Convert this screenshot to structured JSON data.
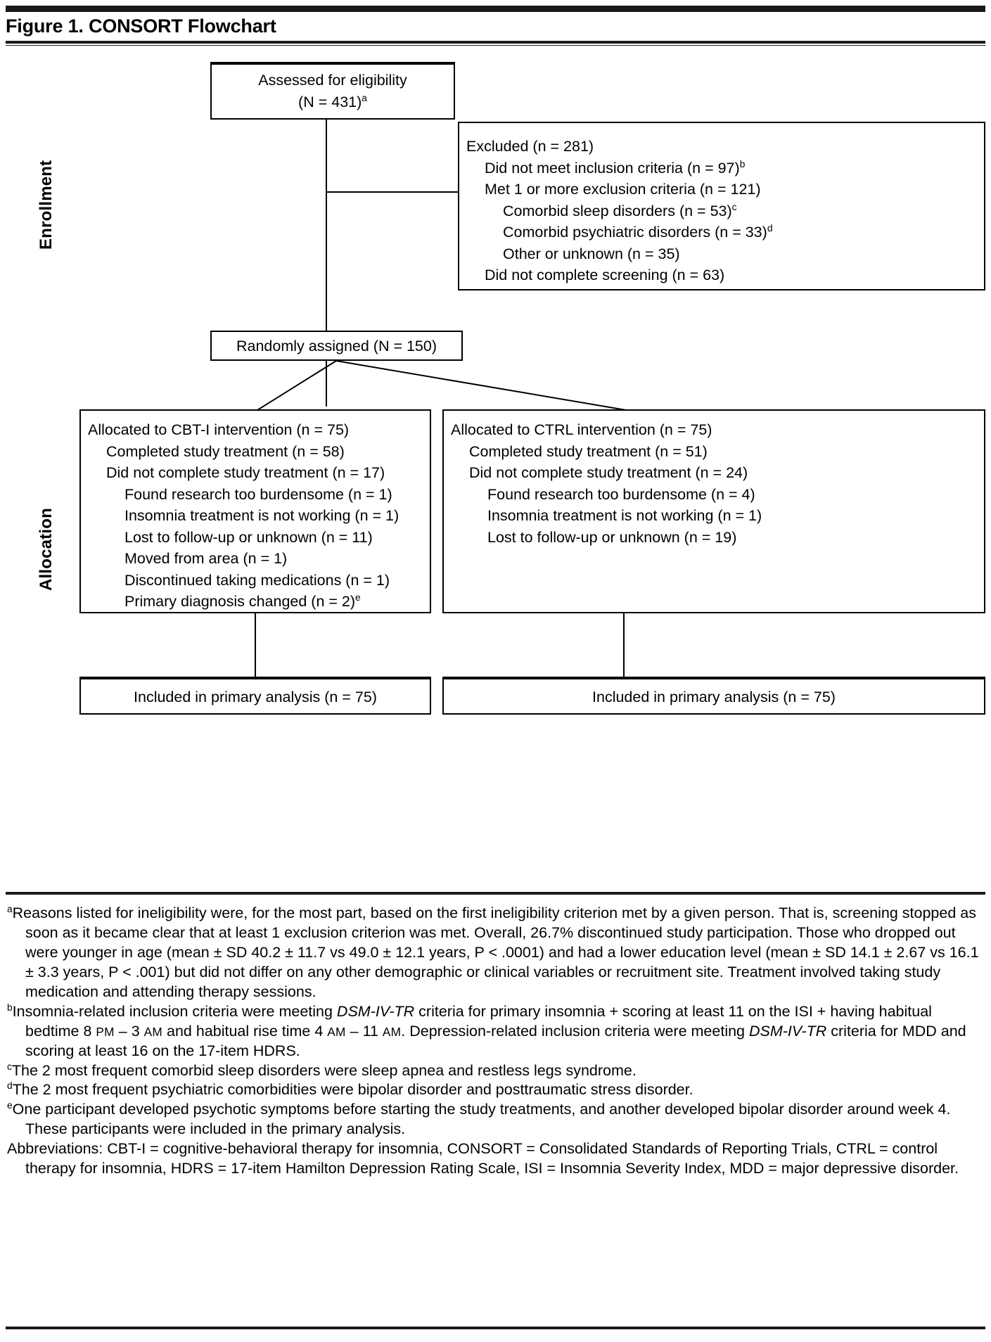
{
  "figure": {
    "title": "Figure 1. CONSORT Flowchart"
  },
  "side_labels": {
    "enrollment": "Enrollment",
    "allocation": "Allocation"
  },
  "flow": {
    "assessed": {
      "line1": "Assessed for eligibility",
      "line2_pre": "(N = 431)",
      "line2_sup": "a"
    },
    "excluded": {
      "header": "Excluded (n = 281)",
      "items": [
        {
          "indent": 1,
          "text": "Did not meet inclusion criteria (n = 97)",
          "sup": "b"
        },
        {
          "indent": 1,
          "text": "Met 1 or more exclusion criteria (n = 121)",
          "sup": ""
        },
        {
          "indent": 2,
          "text": "Comorbid sleep disorders (n = 53)",
          "sup": "c"
        },
        {
          "indent": 2,
          "text": "Comorbid psychiatric disorders (n = 33)",
          "sup": "d"
        },
        {
          "indent": 2,
          "text": "Other or unknown (n = 35)",
          "sup": ""
        },
        {
          "indent": 1,
          "text": "Did not complete screening (n = 63)",
          "sup": ""
        }
      ]
    },
    "randomized": {
      "text": "Randomly assigned (N = 150)"
    },
    "arm_left": {
      "header": "Allocated to CBT-I intervention (n = 75)",
      "items": [
        {
          "indent": 1,
          "text": "Completed study treatment (n = 58)",
          "sup": ""
        },
        {
          "indent": 1,
          "text": "Did not complete study treatment (n = 17)",
          "sup": ""
        },
        {
          "indent": 2,
          "text": "Found research too burdensome (n = 1)",
          "sup": ""
        },
        {
          "indent": 2,
          "text": "Insomnia treatment is not working (n = 1)",
          "sup": ""
        },
        {
          "indent": 2,
          "text": "Lost to follow-up or unknown (n = 11)",
          "sup": ""
        },
        {
          "indent": 2,
          "text": "Moved from area (n = 1)",
          "sup": ""
        },
        {
          "indent": 2,
          "text": "Discontinued taking medications (n = 1)",
          "sup": ""
        },
        {
          "indent": 2,
          "text": "Primary diagnosis changed (n = 2)",
          "sup": "e"
        }
      ]
    },
    "arm_right": {
      "header": "Allocated to CTRL intervention (n = 75)",
      "items": [
        {
          "indent": 1,
          "text": "Completed study treatment (n = 51)",
          "sup": ""
        },
        {
          "indent": 1,
          "text": "Did not complete study treatment (n = 24)",
          "sup": ""
        },
        {
          "indent": 2,
          "text": "Found research too burdensome (n = 4)",
          "sup": ""
        },
        {
          "indent": 2,
          "text": "Insomnia treatment is not working (n = 1)",
          "sup": ""
        },
        {
          "indent": 2,
          "text": "Lost to follow-up or unknown (n = 19)",
          "sup": ""
        }
      ]
    },
    "analysis_left": {
      "text": "Included in primary analysis (n = 75)"
    },
    "analysis_right": {
      "text": "Included in primary analysis (n = 75)"
    }
  },
  "footnotes": {
    "a": {
      "marker": "a",
      "text": "Reasons listed for ineligibility were, for the most part, based on the first ineligibility criterion met by a given person. That is, screening stopped as soon as it became clear that at least 1 exclusion criterion was met. Overall, 26.7% discontinued study participation. Those who dropped out were younger in age (mean ± SD 40.2 ± 11.7 vs 49.0 ± 12.1 years, P < .0001) and had a lower education level (mean ± SD 14.1 ± 2.67 vs 16.1 ± 3.3 years, P < .001) but did not differ on any other demographic or clinical variables or recruitment site. Treatment involved taking study medication and attending therapy sessions."
    },
    "b": {
      "marker": "b",
      "segments": [
        {
          "type": "plain",
          "text": "Insomnia-related inclusion criteria were meeting "
        },
        {
          "type": "italic",
          "text": "DSM-IV-TR"
        },
        {
          "type": "plain",
          "text": " criteria for primary insomnia + scoring at least 11 on the ISI + having habitual bedtime 8 "
        },
        {
          "type": "smallcaps",
          "text": "PM"
        },
        {
          "type": "plain",
          "text": " – 3 "
        },
        {
          "type": "smallcaps",
          "text": "AM"
        },
        {
          "type": "plain",
          "text": " and habitual rise time 4 "
        },
        {
          "type": "smallcaps",
          "text": "AM"
        },
        {
          "type": "plain",
          "text": " – 11 "
        },
        {
          "type": "smallcaps",
          "text": "AM"
        },
        {
          "type": "plain",
          "text": ". Depression-related inclusion criteria were meeting "
        },
        {
          "type": "italic",
          "text": "DSM-IV-TR"
        },
        {
          "type": "plain",
          "text": " criteria for MDD and scoring at least 16 on the 17-item HDRS."
        }
      ]
    },
    "c": {
      "marker": "c",
      "text": "The 2 most frequent comorbid sleep disorders were sleep apnea and restless legs syndrome."
    },
    "d": {
      "marker": "d",
      "text": "The 2 most frequent psychiatric comorbidities were bipolar disorder and posttraumatic stress disorder."
    },
    "e": {
      "marker": "e",
      "text": "One participant developed psychotic symptoms before starting the study treatments, and another developed bipolar disorder around week 4. These participants were included in the primary analysis."
    },
    "abbreviations": {
      "label": "Abbreviations:",
      "text": " CBT-I = cognitive-behavioral therapy for insomnia, CONSORT = Consolidated Standards of Reporting Trials, CTRL = control therapy for insomnia, HDRS = 17-item Hamilton Depression Rating Scale, ISI = Insomnia Severity Index, MDD = major depressive disorder."
    }
  }
}
